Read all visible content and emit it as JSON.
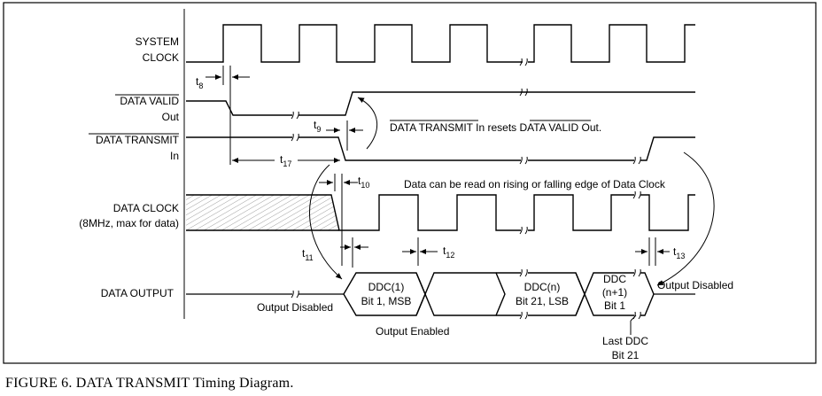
{
  "signals": {
    "system_clock": [
      "SYSTEM",
      "CLOCK"
    ],
    "data_valid": [
      "DATA VALID",
      "Out"
    ],
    "data_transmit": [
      "DATA TRANSMIT",
      "In"
    ],
    "data_clock": [
      "DATA CLOCK",
      "(8MHz, max for data)"
    ],
    "data_output": "DATA OUTPUT"
  },
  "timing": {
    "t8": [
      "t",
      "8"
    ],
    "t9": [
      "t",
      "9"
    ],
    "t10": [
      "t",
      "10"
    ],
    "t11": [
      "t",
      "11"
    ],
    "t12": [
      "t",
      "12"
    ],
    "t13": [
      "t",
      "13"
    ],
    "t17": [
      "t",
      "17"
    ]
  },
  "annotations": {
    "reset_note": [
      "DATA TRANSMIT",
      " In resets ",
      "DATA VALID",
      " Out."
    ],
    "read_note": "Data can be read on rising or falling edge of Data Clock",
    "output_disabled_left": "Output Disabled",
    "output_disabled_right": "Output Disabled",
    "output_enabled": "Output Enabled",
    "last_ddc": [
      "Last DDC",
      "Bit 21"
    ]
  },
  "data_cells": {
    "ddc1": [
      "DDC(1)",
      "Bit 1, MSB"
    ],
    "ddcn": [
      "DDC(n)",
      "Bit 21, LSB"
    ],
    "ddcn1": [
      "DDC",
      "(n+1)",
      "Bit 1"
    ]
  },
  "caption": "FIGURE 6. DATA TRANSMIT Timing Diagram."
}
